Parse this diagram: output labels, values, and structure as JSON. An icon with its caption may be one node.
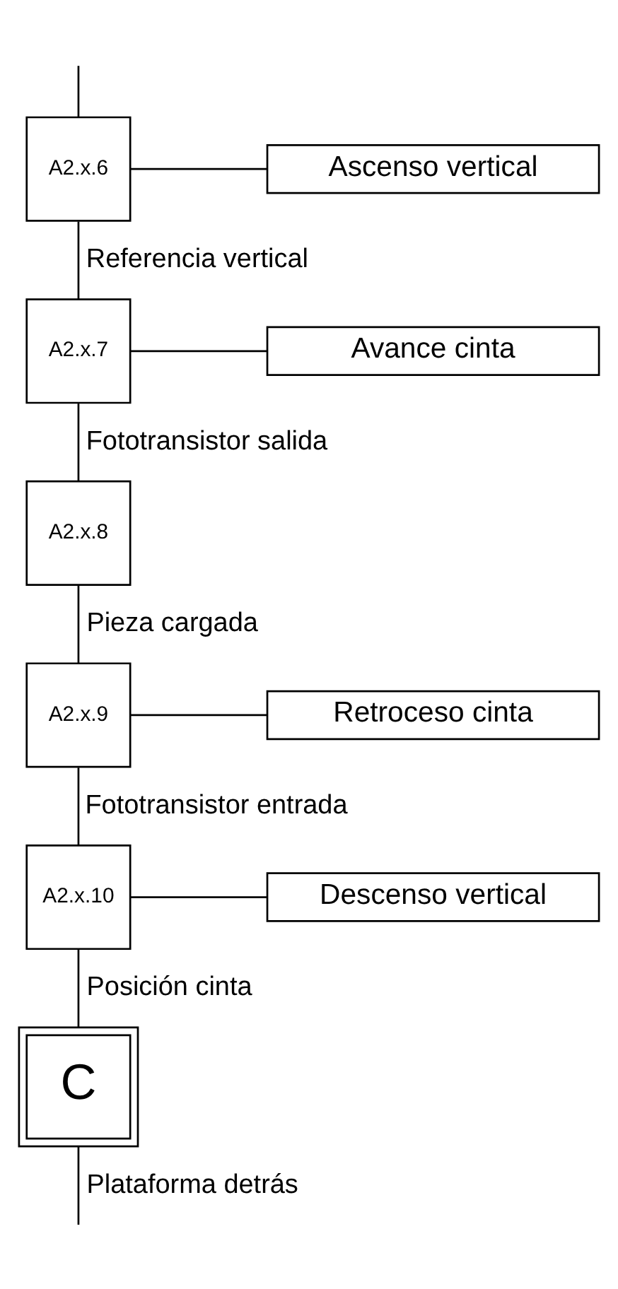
{
  "diagram": {
    "nodes": [
      {
        "text": [
          "A2.x.6"
        ]
      },
      {
        "text": [
          "Ascenso vertical"
        ]
      },
      {
        "text": [
          "A2.x.7"
        ]
      },
      {
        "text": [
          "Avance cinta"
        ]
      },
      {
        "text": [
          "A2.x.8"
        ]
      },
      {
        "text": [
          "A2.x.9"
        ]
      },
      {
        "text": [
          "Retroceso cinta"
        ]
      },
      {
        "text": [
          "A2.x.10"
        ]
      },
      {
        "text": [
          "Descenso vertical"
        ]
      },
      {
        "text": [
          "C"
        ]
      }
    ],
    "edges": [
      {
        "from": null,
        "to": 0,
        "arrow": "none"
      },
      {
        "from": 0,
        "to": 1,
        "arrow": "none"
      },
      {
        "from": 0,
        "to": 2,
        "arrow": "none",
        "label": "Referencia vertical"
      },
      {
        "from": 2,
        "to": 3,
        "arrow": "none"
      },
      {
        "from": 2,
        "to": 4,
        "arrow": "none",
        "label": "Fototransistor salida"
      },
      {
        "from": 4,
        "to": 5,
        "arrow": "none",
        "label": "Pieza cargada"
      },
      {
        "from": 5,
        "to": 6,
        "arrow": "none"
      },
      {
        "from": 5,
        "to": 7,
        "arrow": "none",
        "label": "Fototransistor entrada"
      },
      {
        "from": 7,
        "to": 8,
        "arrow": "none"
      },
      {
        "from": 7,
        "to": 9,
        "arrow": "none",
        "label": "Posición cinta"
      },
      {
        "from": 9,
        "to": null,
        "arrow": "none",
        "label": "Plataforma detrás"
      }
    ]
  }
}
